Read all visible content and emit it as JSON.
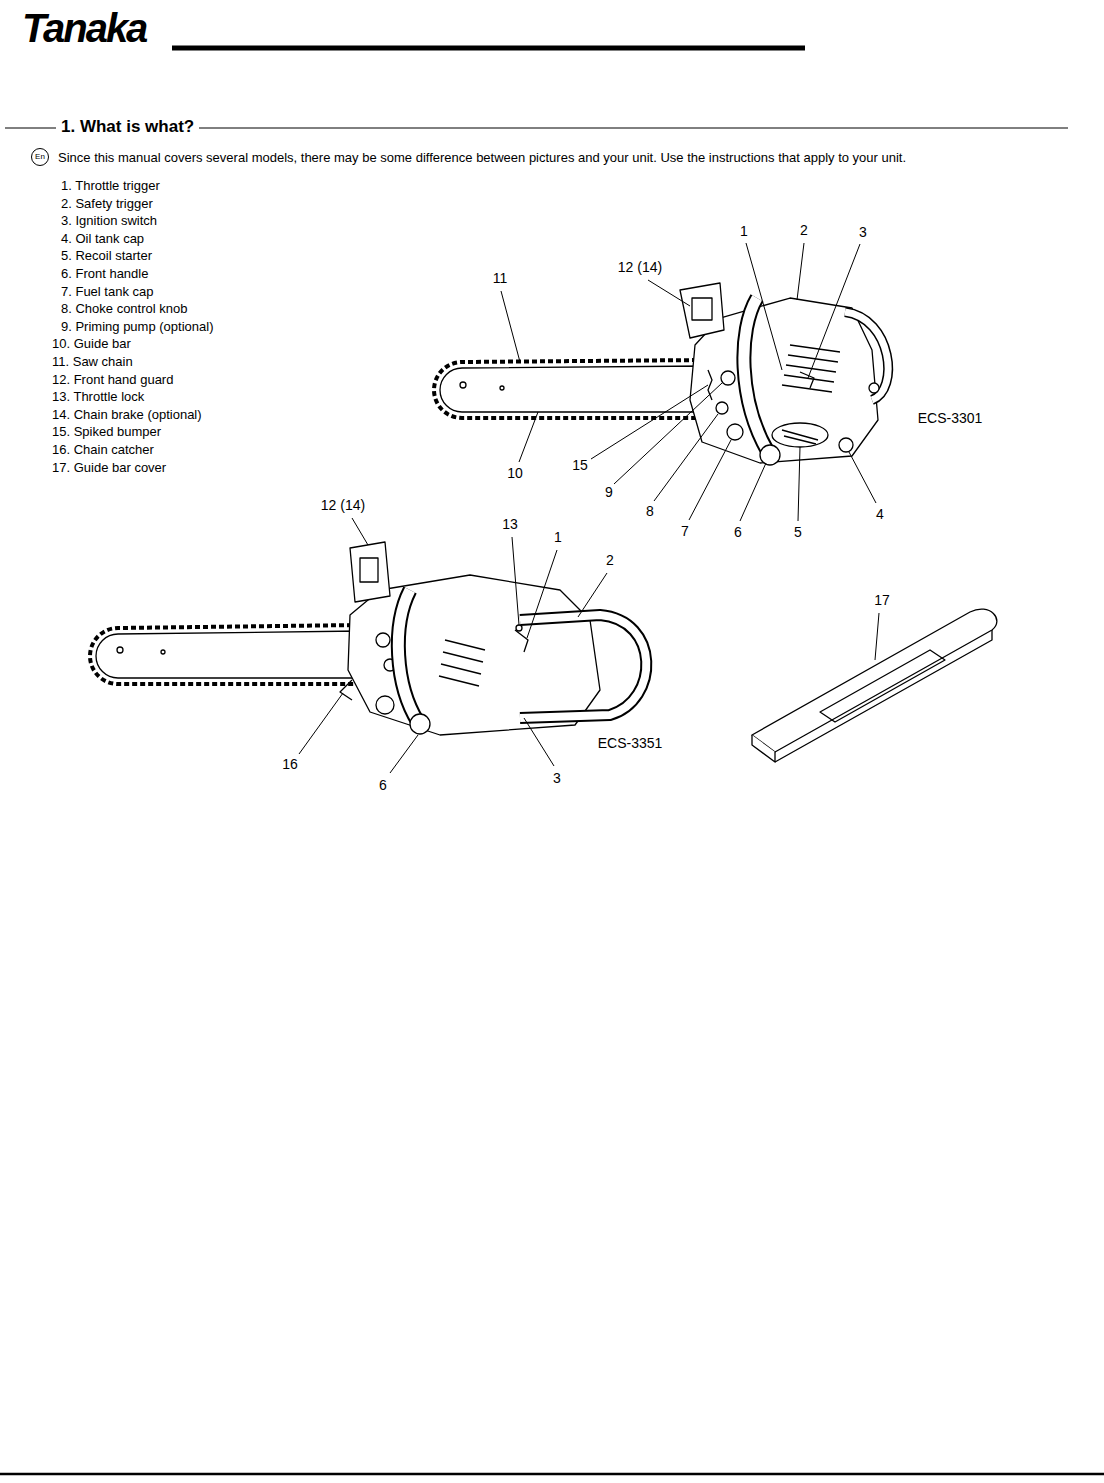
{
  "diagram": {
    "title": "1. What is what?",
    "labels": [
      "Tanaka",
      "En",
      "Since this manual covers several models, there may be some difference between pictures and your unit. Use the instructions that apply to your unit.",
      "1. Throttle trigger",
      "2. Safety trigger",
      "3. Ignition switch",
      "4. Oil tank cap",
      "5. Recoil starter",
      "6. Front handle",
      "7. Fuel tank cap",
      "8. Choke control knob",
      "9. Priming pump (optional)",
      "10. Guide bar",
      "11. Saw chain",
      "12. Front hand guard",
      "13. Throttle lock",
      "14. Chain brake (optional)",
      "15. Spiked bumper",
      "16. Chain catcher",
      "17. Guide bar cover",
      "1",
      "2",
      "3",
      "12 (14)",
      "11",
      "15",
      "9",
      "10",
      "8",
      "7",
      "6",
      "5",
      "4",
      "ECS-3301",
      "12 (14)",
      "13",
      "1",
      "2",
      "16",
      "6",
      "3",
      "ECS-3351",
      "17"
    ]
  }
}
